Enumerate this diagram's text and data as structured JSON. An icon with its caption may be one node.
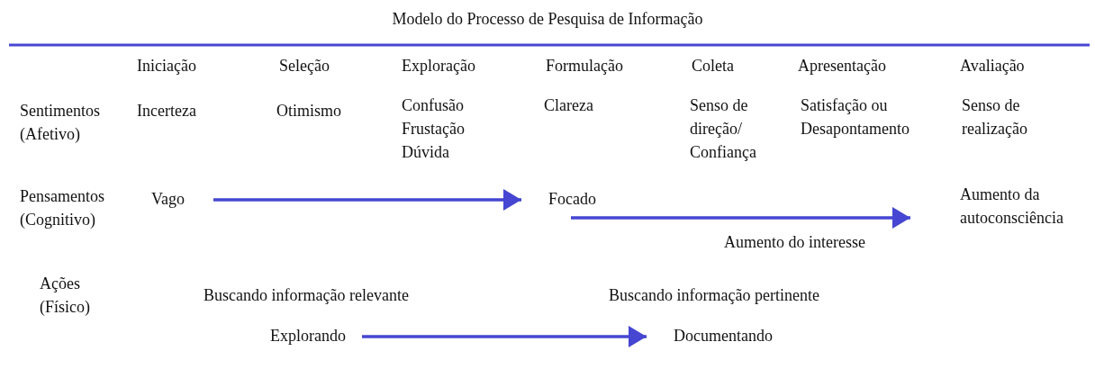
{
  "diagram": {
    "title": "Modelo do Processo de Pesquisa de Informação",
    "nodes": [
      {
        "text": [
          "Vago"
        ]
      },
      {
        "text": [
          "Focado"
        ]
      },
      {
        "text": [
          "Aumento da autoconsciência"
        ]
      },
      {
        "text": [
          "Explorando"
        ]
      },
      {
        "text": [
          "Documentando"
        ]
      }
    ],
    "edges": [
      {
        "from": 0,
        "to": 1,
        "arrow": "to"
      },
      {
        "from": 1,
        "to": 2,
        "arrow": "to",
        "label": "Aumento do interesse"
      },
      {
        "from": 3,
        "to": 4,
        "arrow": "to"
      }
    ],
    "labels": [
      "Iniciação",
      "Seleção",
      "Exploração",
      "Formulação",
      "Coleta",
      "Apresentação",
      "Avaliação",
      "Sentimentos (Afetivo)",
      "Incerteza",
      "Otimismo",
      "Confusão",
      "Frustação",
      "Dúvida",
      "Clareza",
      "Senso de direção/ Confiança",
      "Satisfação ou Desapontamento",
      "Senso de realização",
      "Pensamentos (Cognitivo)",
      "Ações (Físico)",
      "Buscando informação relevante",
      "Buscando informação pertinente"
    ]
  }
}
